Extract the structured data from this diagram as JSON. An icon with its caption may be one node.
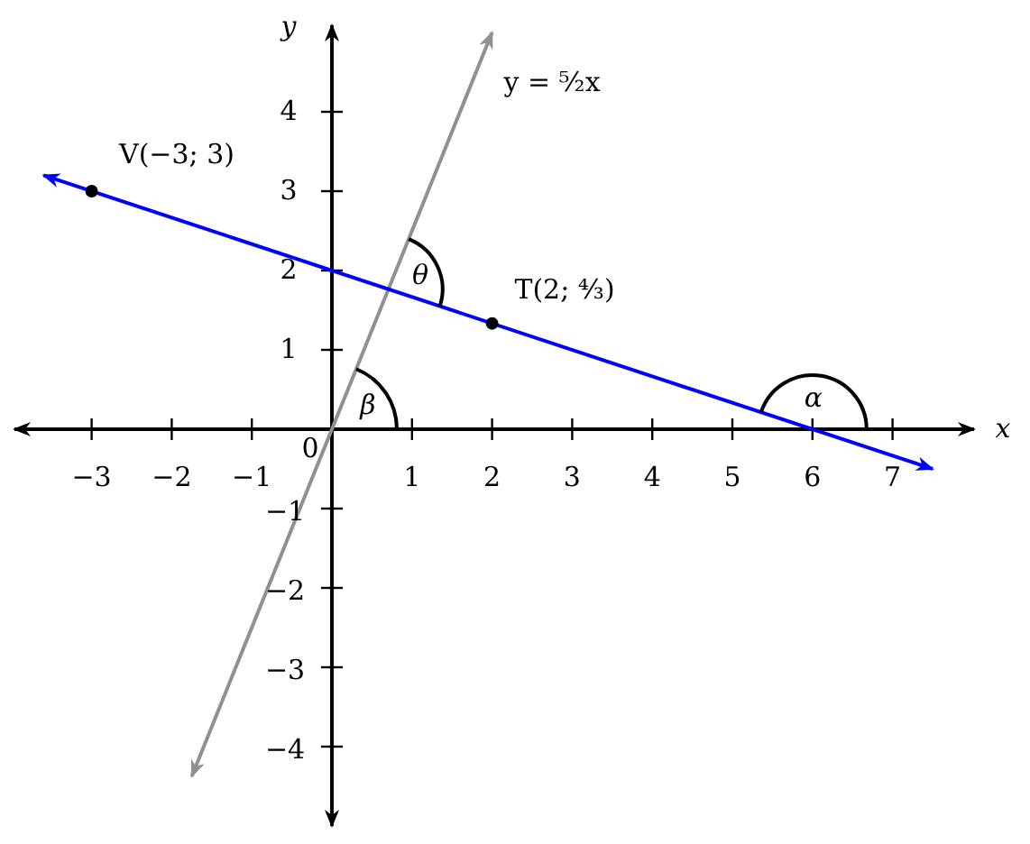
{
  "diagram": {
    "labels": [
      "y",
      "y = ⁵⁄₂x",
      "4",
      "V(−3; 3)",
      "3",
      "2",
      "θ",
      "T(2; ⁴⁄₃)",
      "1",
      "β",
      "α",
      "x",
      "0",
      "−3",
      "−2",
      "−1",
      "1",
      "2",
      "3",
      "4",
      "5",
      "6",
      "7",
      "−1",
      "−2",
      "−3",
      "−4"
    ]
  }
}
